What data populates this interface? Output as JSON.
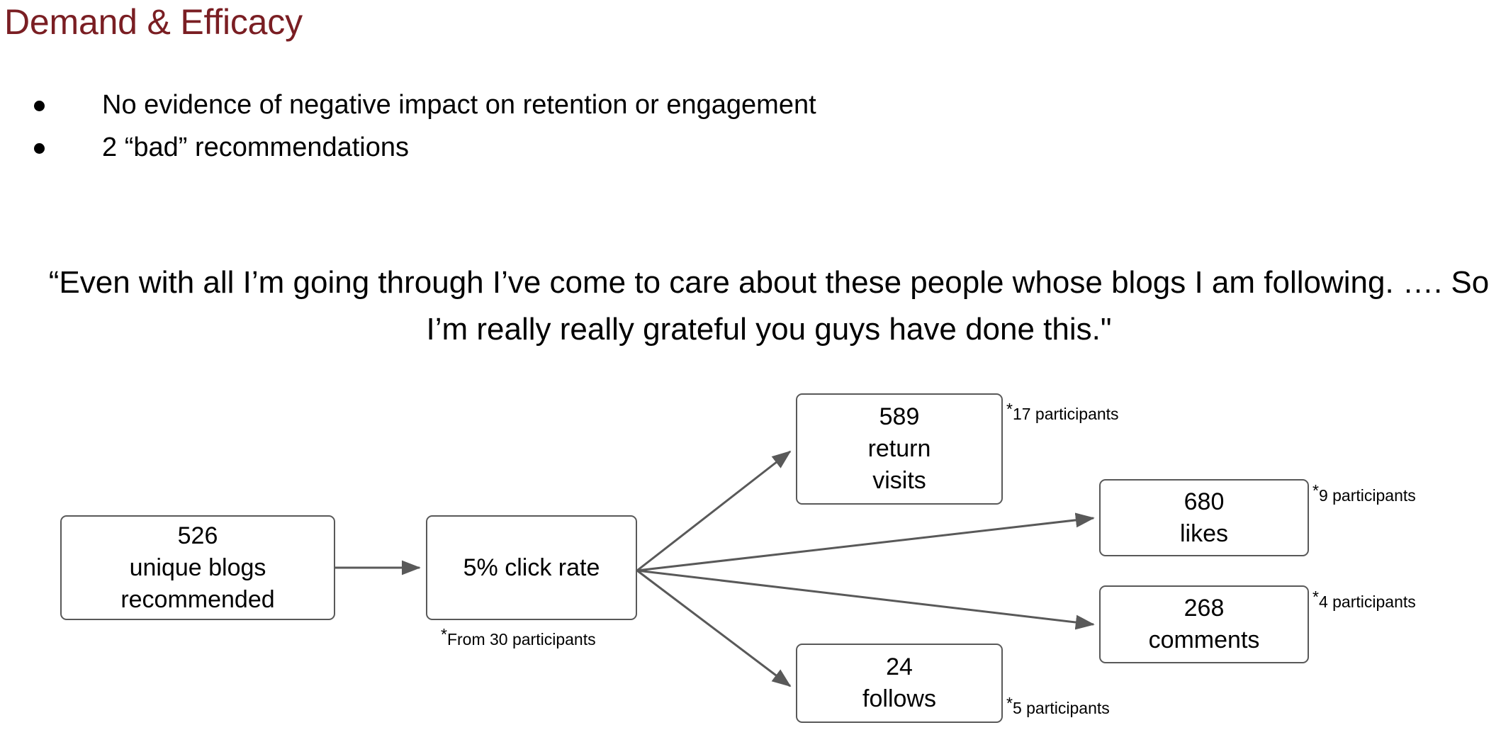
{
  "slide": {
    "title": "Demand & Efficacy",
    "title_color": "#7A1E23",
    "background": "#ffffff"
  },
  "bullets": [
    {
      "text": "No evidence of negative impact on retention or engagement"
    },
    {
      "text": "2 “bad” recommendations"
    }
  ],
  "quote": {
    "text": "“Even with all I’m going through I’ve come to care about these people whose blogs I am following. …. So I’m really really grateful you guys have done this.\""
  },
  "diagram": {
    "type": "flow",
    "nodes": [
      {
        "id": "blogs",
        "lines": [
          "526",
          "unique blogs",
          "recommended"
        ],
        "value": 526,
        "label": "unique blogs recommended",
        "footnote": null
      },
      {
        "id": "click",
        "lines": [
          "5% click rate"
        ],
        "value": "5%",
        "label": "click rate",
        "footnote": "From 30 participants",
        "footnote_star": "*"
      },
      {
        "id": "visits",
        "lines": [
          "589",
          "return",
          "visits"
        ],
        "value": 589,
        "label": "return visits",
        "footnote": "17 participants",
        "footnote_star": "*"
      },
      {
        "id": "likes",
        "lines": [
          "680",
          "likes"
        ],
        "value": 680,
        "label": "likes",
        "footnote": "9 participants",
        "footnote_star": "*"
      },
      {
        "id": "comments",
        "lines": [
          "268",
          "comments"
        ],
        "value": 268,
        "label": "comments",
        "footnote": "4 participants",
        "footnote_star": "*"
      },
      {
        "id": "follows",
        "lines": [
          "24",
          "follows"
        ],
        "value": 24,
        "label": "follows",
        "footnote": "5 participants",
        "footnote_star": "*"
      }
    ],
    "edges": [
      {
        "from": "blogs",
        "to": "click"
      },
      {
        "from": "click",
        "to": "visits"
      },
      {
        "from": "click",
        "to": "likes"
      },
      {
        "from": "click",
        "to": "comments"
      },
      {
        "from": "click",
        "to": "follows"
      }
    ],
    "stroke_color": "#595959",
    "arrow_color": "#595959"
  }
}
